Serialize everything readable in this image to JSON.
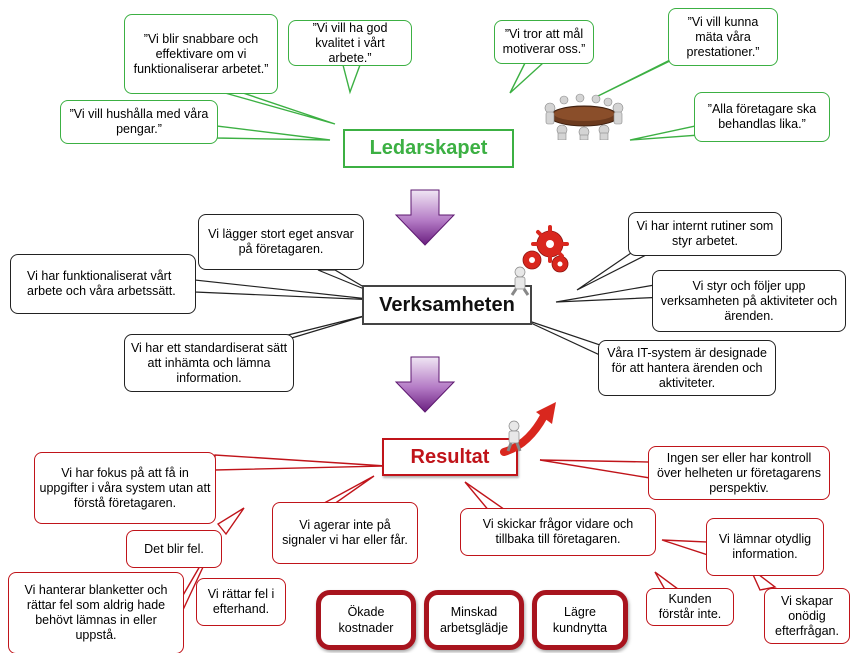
{
  "sections": {
    "leadership": {
      "title": "Ledarskapet",
      "color": "#3cb043",
      "quotes": [
        "”Vi blir snabbare och effektivare om vi funktionaliserar arbetet.”",
        "”Vi vill ha god kvalitet i vårt arbete.”",
        "”Vi tror att mål motiverar oss.”",
        "”Vi vill kunna mäta våra prestationer.”",
        "”Vi vill hushålla med våra pengar.”",
        "”Alla företagare ska behandlas lika.”"
      ]
    },
    "operations": {
      "title": "Verksamheten",
      "color": "#333333",
      "statements": [
        "Vi lägger stort eget ansvar på företagaren.",
        "Vi har funktionaliserat vårt arbete och våra arbetssätt.",
        "Vi har ett standardiserat sätt att inhämta och lämna information.",
        "Vi har internt rutiner som styr arbetet.",
        "Vi styr och följer upp verksamheten på aktiviteter och ärenden.",
        "Våra IT-system är designade för att hantera ärenden och aktiviteter."
      ]
    },
    "result": {
      "title": "Resultat",
      "color": "#c0141a",
      "observations": [
        "Vi har fokus på att få in uppgifter i våra system utan att förstå företagaren.",
        "Det blir fel.",
        "Vi hanterar blanketter och rättar fel som aldrig hade behövt lämnas in eller uppstå.",
        "Vi rättar fel i efterhand.",
        "Vi agerar inte på signaler vi har eller får.",
        "Ingen ser eller har kontroll över helheten ur företagarens perspektiv.",
        "Vi skickar frågor vidare och tillbaka till företagaren.",
        "Vi lämnar otydlig information.",
        "Kunden förstår inte.",
        "Vi skapar onödig efterfrågan."
      ],
      "outcomes": [
        "Ökade kostnader",
        "Minskad arbetsglädje",
        "Lägre kundnytta"
      ]
    }
  },
  "colors": {
    "arrow": "#7b2d8e",
    "outcome_border": "#a8141e"
  },
  "icons": [
    "meeting-table-icon",
    "gears-figure-icon",
    "rising-arrow-figure-icon",
    "down-arrow-icon"
  ]
}
